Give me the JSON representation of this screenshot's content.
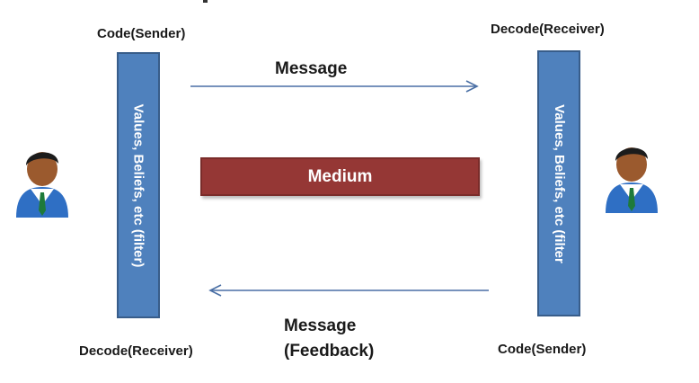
{
  "sender_side": {
    "top_label": "Code(Sender)",
    "bottom_label": "Decode(Receiver)",
    "filter_text": "Values, Beliefs, etc (filter)"
  },
  "receiver_side": {
    "top_label": "Decode(Receiver)",
    "bottom_label": "Code(Sender)",
    "filter_text": "Values, Beliefs, etc (filter"
  },
  "message_arrow": {
    "label": "Message"
  },
  "medium": {
    "label": "Medium"
  },
  "feedback_arrow": {
    "label_line1": "Message",
    "label_line2": "(Feedback)"
  },
  "icons": [
    "person-icon",
    "person-icon"
  ],
  "colors": {
    "filter_bar": "#4f81bd",
    "medium_box": "#953735",
    "arrow": "#4a6fa5"
  }
}
